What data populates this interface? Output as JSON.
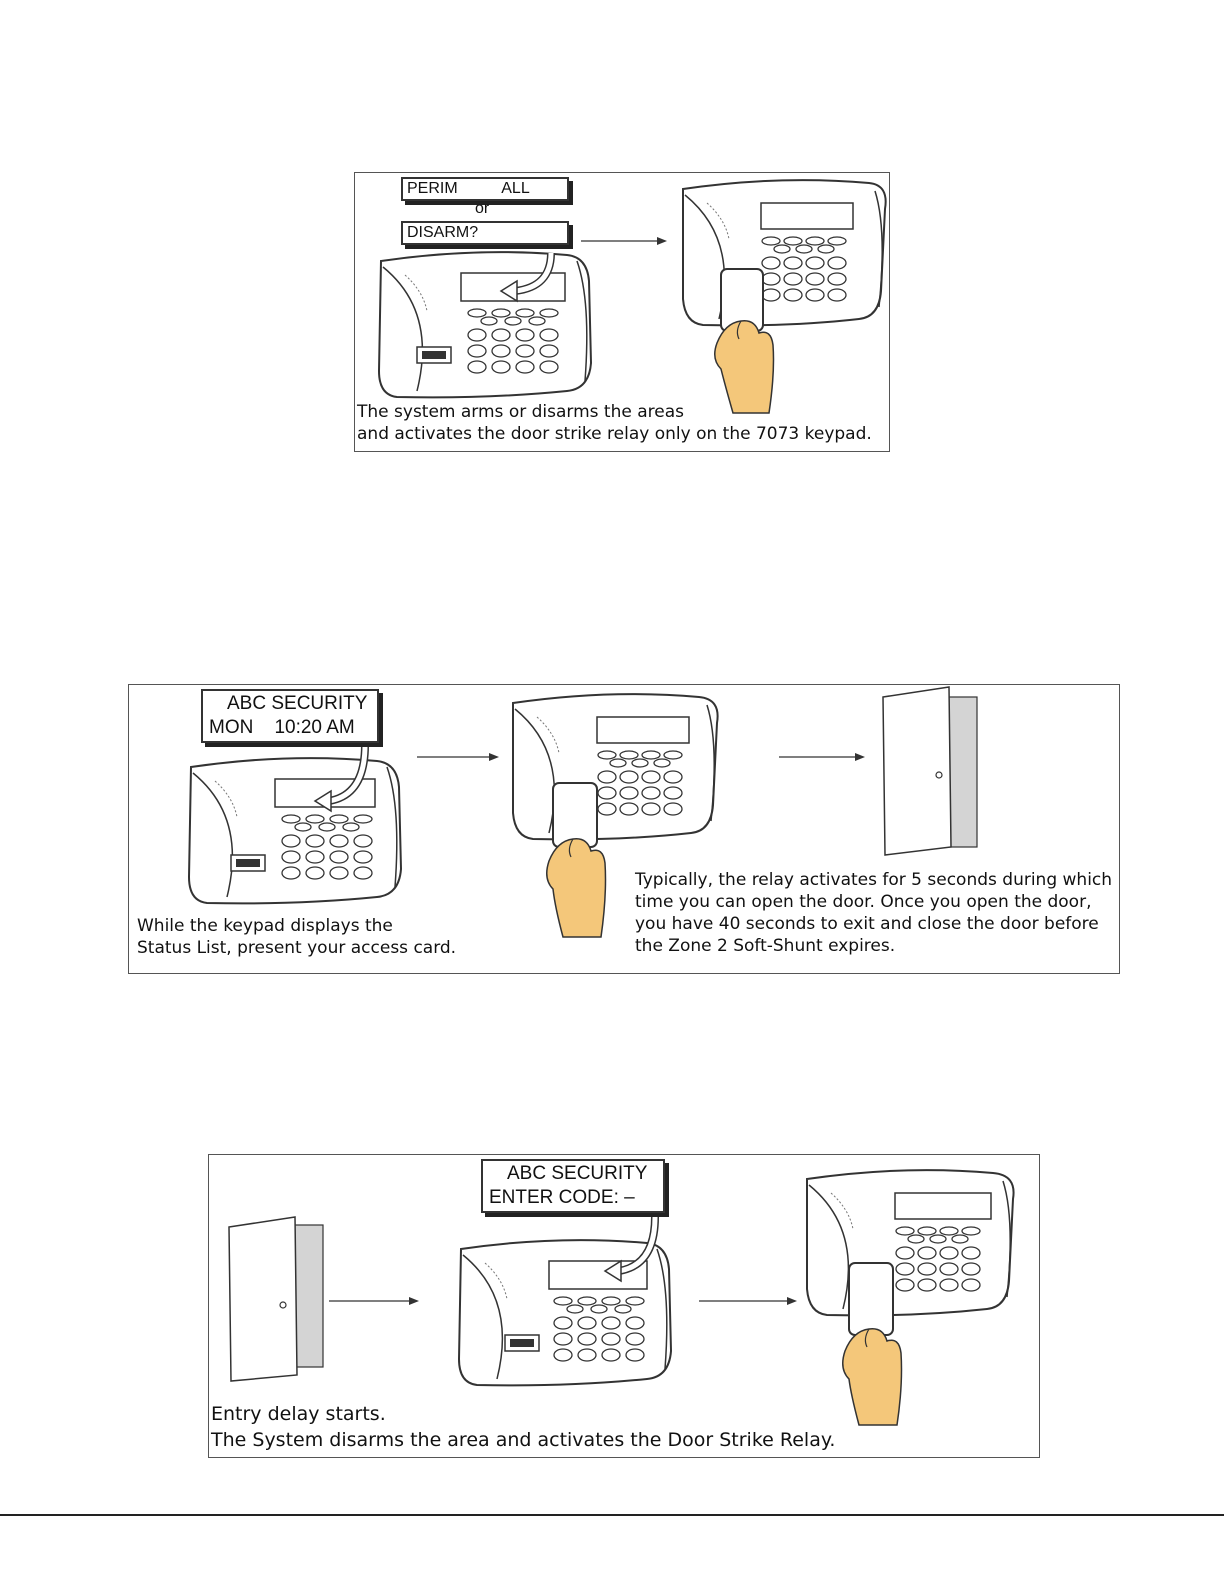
{
  "figure1": {
    "display_top": "PERIM          ALL",
    "or_text": "or",
    "display_bottom": "DISARM?",
    "caption_lines": [
      "The system arms or disarms the areas",
      "and activates the door strike relay only on the 7073 keypad."
    ]
  },
  "figure2": {
    "display_lines": [
      "ABC SECURITY",
      "MON    10:20 AM"
    ],
    "caption_left": [
      "While the keypad displays the",
      "Status List, present your access card."
    ],
    "caption_right": [
      "Typically, the relay activates for 5 seconds during which",
      "time you can open the door.  Once you open the door,",
      "you have 40 seconds to exit and close the door before",
      "the Zone 2 Soft-Shunt expires."
    ]
  },
  "figure3": {
    "display_lines": [
      "ABC SECURITY",
      "ENTER CODE: –"
    ],
    "caption_lines": [
      "Entry delay starts.",
      "The System disarms the area and activates the Door Strike Relay."
    ]
  },
  "colors": {
    "skin": "#f4c77a",
    "door_shade": "#d4d4d4",
    "line": "#333333"
  },
  "icons": [
    "keypad-icon",
    "access-card-hand-icon",
    "door-icon",
    "arrow-right-icon",
    "curved-arrow-icon"
  ]
}
